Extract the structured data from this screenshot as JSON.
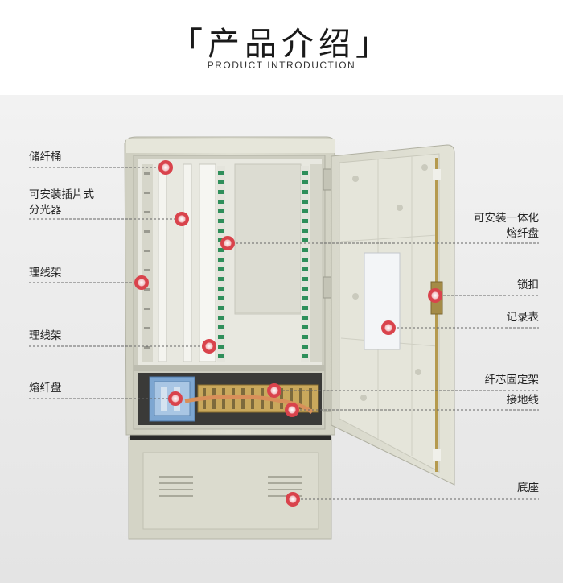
{
  "header": {
    "title": "「产品介绍」",
    "subtitle": "PRODUCT INTRODUCTION"
  },
  "callouts": {
    "storage_tube": "储纤桶",
    "splitter": "可安装插片式\n分光器",
    "cable_rack_1": "理线架",
    "cable_rack_2": "理线架",
    "splice_tray": "熔纤盘",
    "integrated_tray": "可安装一体化\n熔纤盘",
    "lock": "锁扣",
    "record_sheet": "记录表",
    "fiber_fixing_rack": "纤芯固定架",
    "ground_wire": "接地线",
    "base": "底座"
  },
  "colors": {
    "marker": "#d9434c",
    "cabinet": "#dcdcce",
    "background": "#e9e9e9"
  }
}
